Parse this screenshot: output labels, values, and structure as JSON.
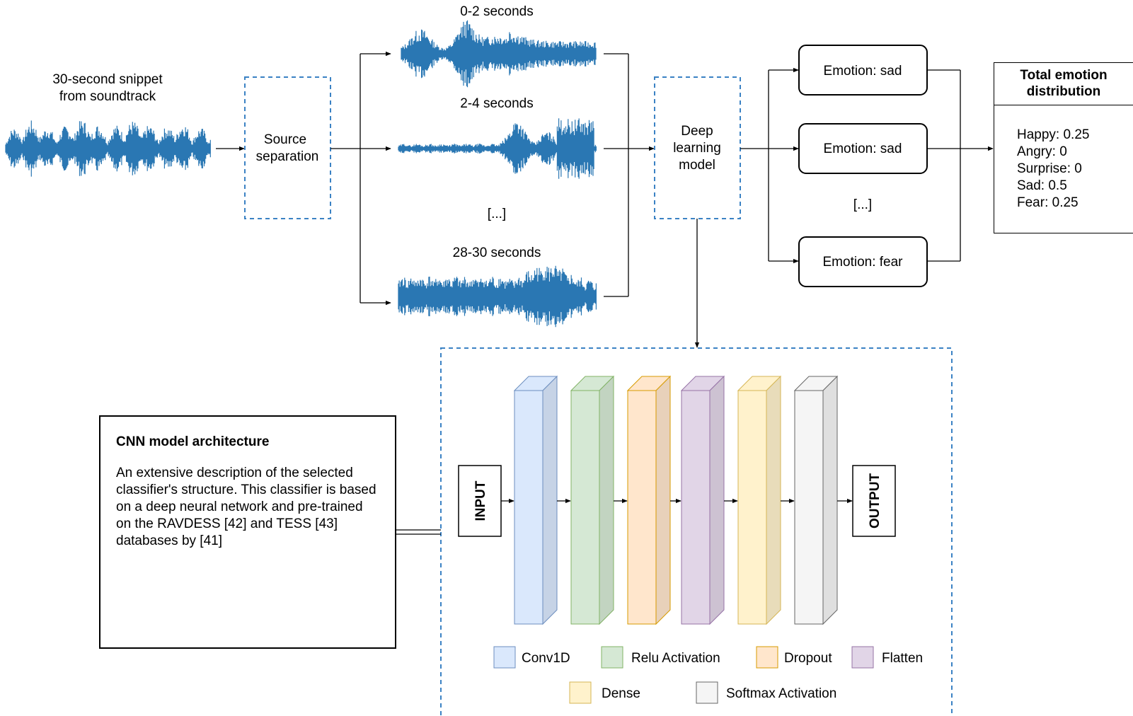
{
  "snippet_label_line1": "30-second snippet",
  "snippet_label_line2": "from soundtrack",
  "source_sep_line1": "Source",
  "source_sep_line2": "separation",
  "segments": [
    "0-2 seconds",
    "2-4 seconds",
    "28-30 seconds"
  ],
  "segment_ellipsis": "[...]",
  "deep_model_lines": [
    "Deep",
    "learning",
    "model"
  ],
  "emotions": [
    "Emotion: sad",
    "Emotion: sad",
    "Emotion: fear"
  ],
  "emotion_ellipsis": "[...]",
  "distribution": {
    "title_line1": "Total emotion",
    "title_line2": "distribution",
    "items": [
      "Happy: 0.25",
      "Angry: 0",
      "Surprise: 0",
      "Sad: 0.5",
      "Fear: 0.25"
    ]
  },
  "cnn": {
    "title": "CNN model architecture",
    "description": "An extensive description of the selected classifier's structure. This classifier is based on a deep neural network and pre-trained on the RAVDESS [42] and TESS [43] databases by [41]",
    "input_label": "INPUT",
    "output_label": "OUTPUT",
    "layers": [
      {
        "name": "Conv1D",
        "front": "#dae8fc",
        "side": "#c6d3e6",
        "stroke": "#6c8ebf"
      },
      {
        "name": "Relu Activation",
        "front": "#d5e8d4",
        "side": "#c2d4c1",
        "stroke": "#82b366"
      },
      {
        "name": "Dropout",
        "front": "#ffe6cc",
        "side": "#e8d1ba",
        "stroke": "#d79b00"
      },
      {
        "name": "Flatten",
        "front": "#e1d5e7",
        "side": "#cdc2d2",
        "stroke": "#9673a6"
      },
      {
        "name": "Dense",
        "front": "#fff2cc",
        "side": "#e8dcba",
        "stroke": "#d6b656"
      },
      {
        "name": "Softmax Activation",
        "front": "#f5f5f5",
        "side": "#dfdfdf",
        "stroke": "#666666"
      }
    ],
    "legend": [
      "Conv1D",
      "Relu Activation",
      "Dropout",
      "Flatten",
      "Dense",
      "Softmax Activation"
    ]
  },
  "colors": {
    "waveform": "#2a77b3",
    "dashed_border": "#3b82c4",
    "lines": "#000000"
  }
}
